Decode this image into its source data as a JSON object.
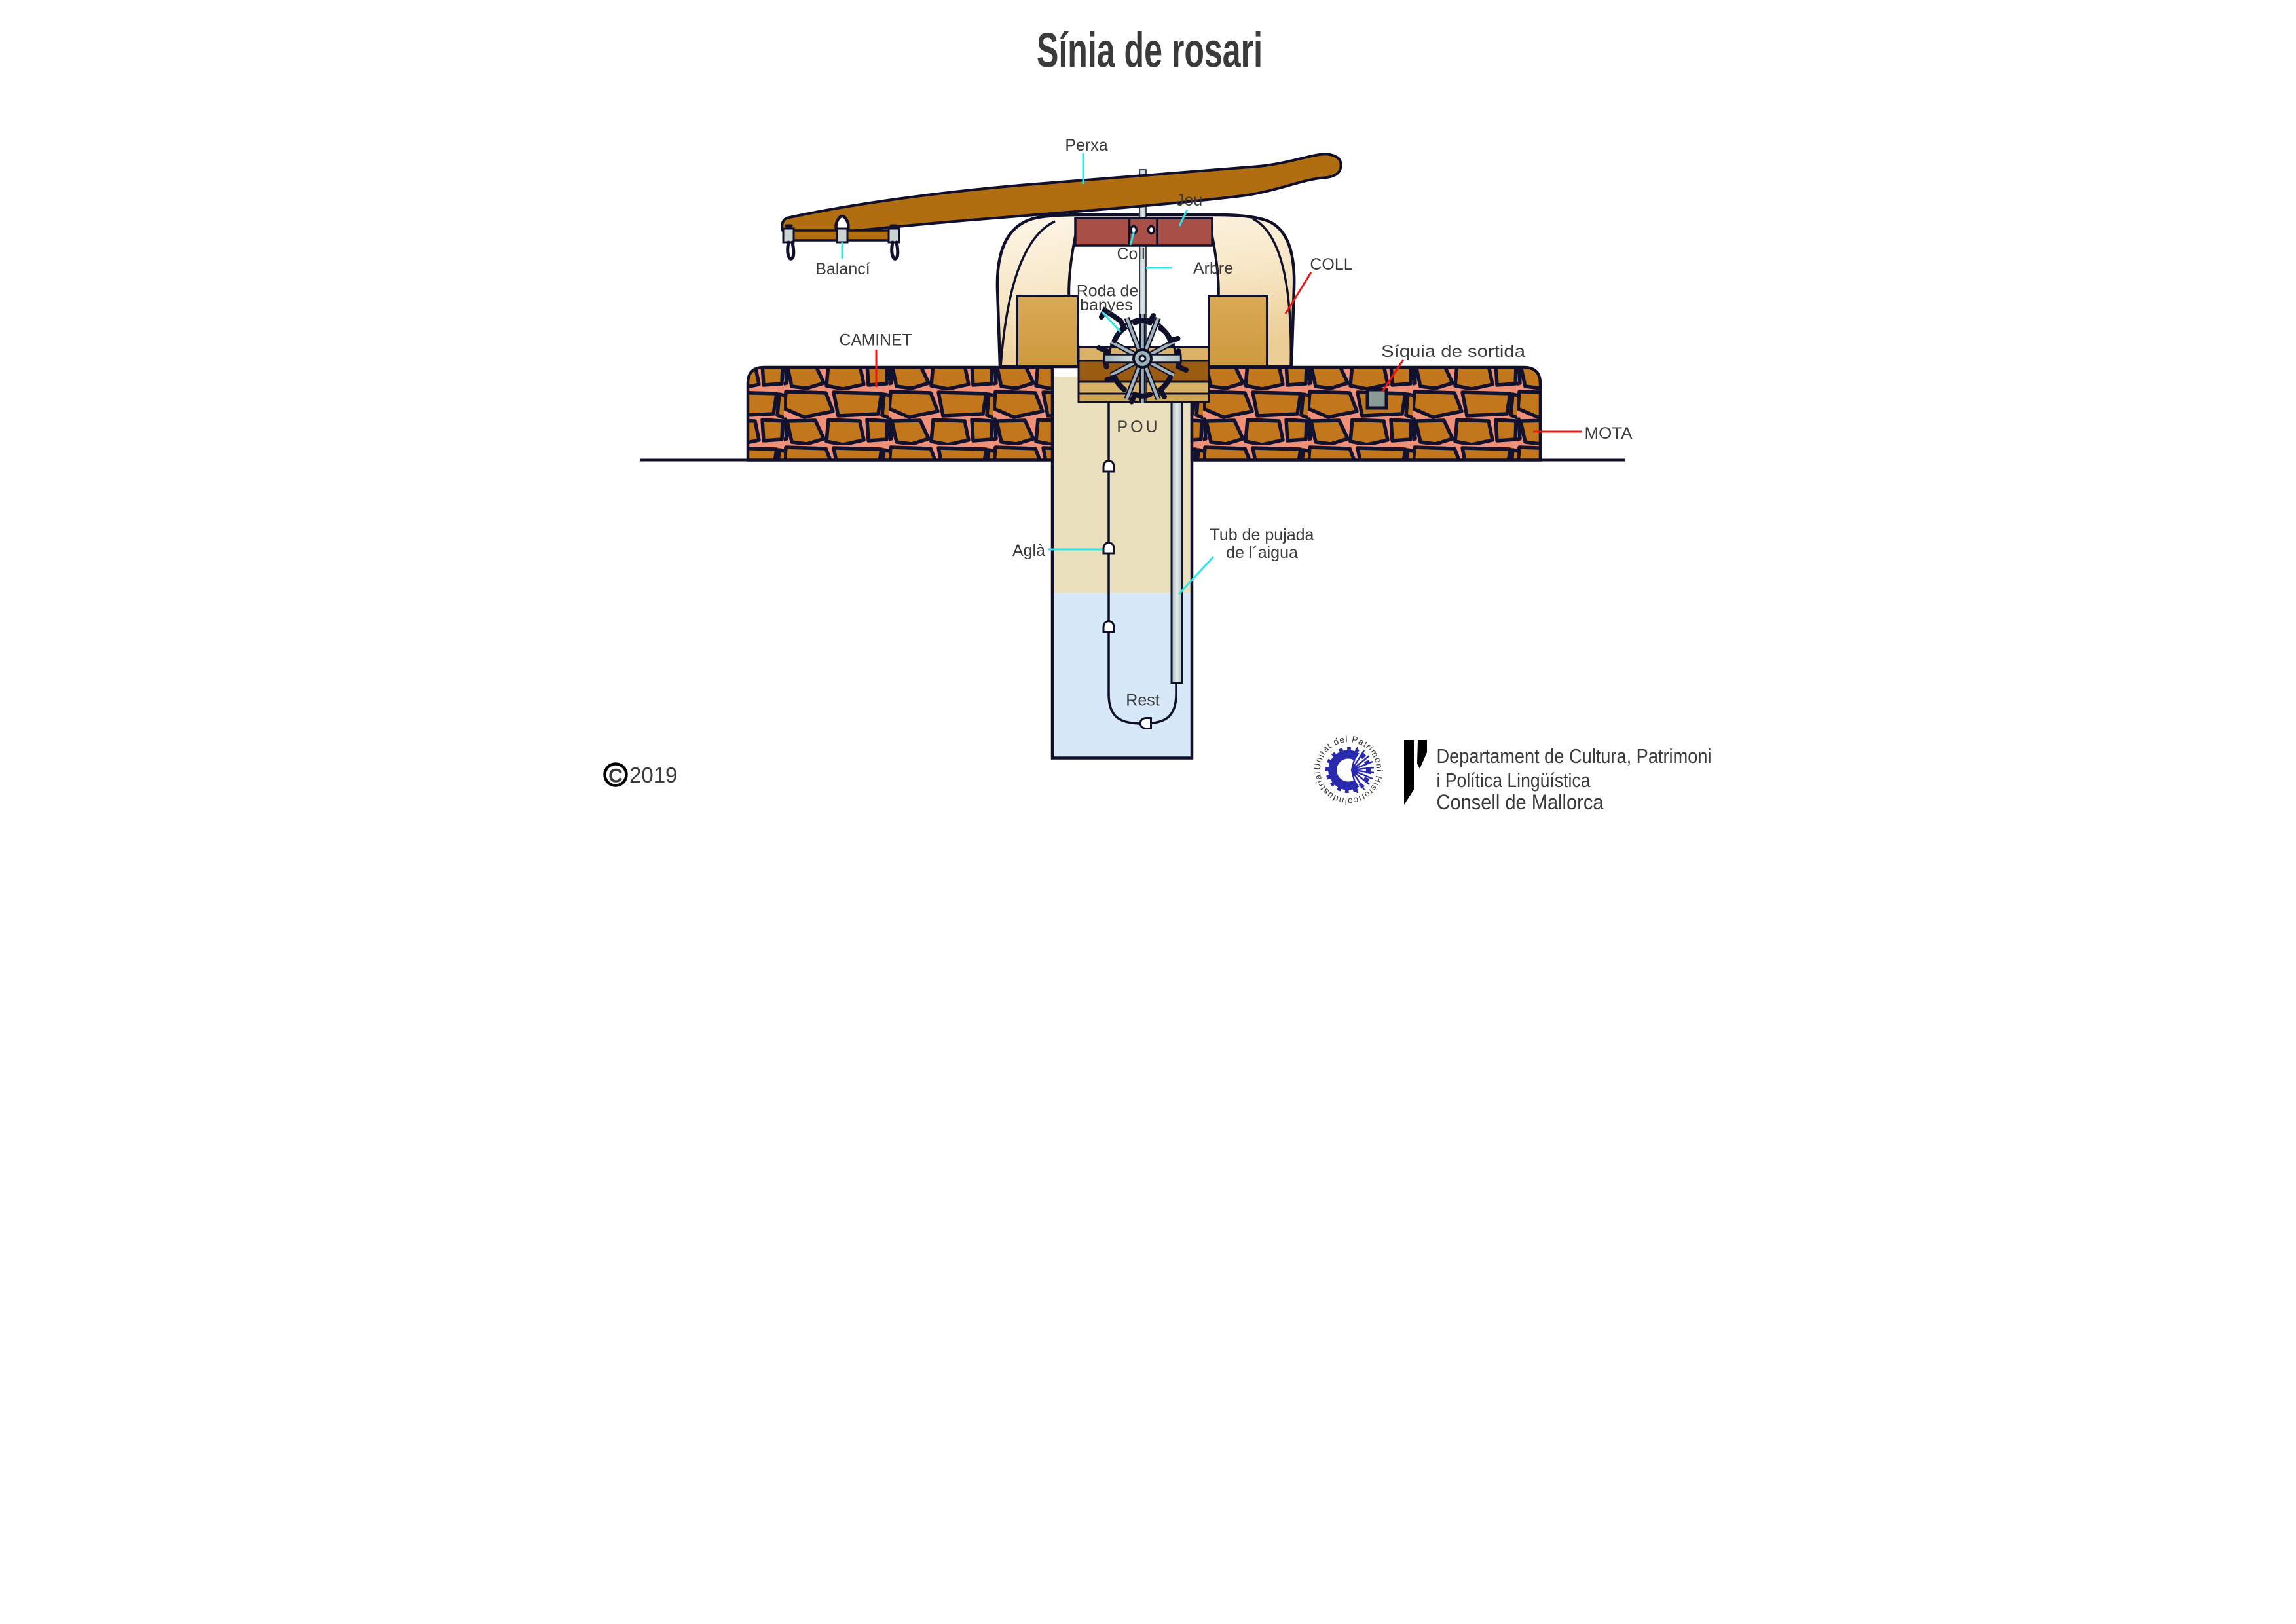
{
  "title": {
    "text": "Sínia de rosari",
    "color": "#1b1bad"
  },
  "labels": {
    "perxa": "Perxa",
    "jou": "Jou",
    "coll_small": "Coll",
    "arbre": "Arbre",
    "roda_line1": "Roda de",
    "roda_line2": "banyes",
    "balanci": "Balancí",
    "coll_caps": "COLL",
    "caminet": "CAMINET",
    "siquia": "Síquia de sortida",
    "mota": "MOTA",
    "pou": "POU",
    "agla": "Aglà",
    "tub_line1": "Tub de pujada",
    "tub_line2": "de l´aigua",
    "rest": "Rest"
  },
  "copyright": {
    "symbol": "©",
    "year": "2019"
  },
  "footer": {
    "dept_line1": "Departament de Cultura, Patrimoni",
    "dept_line2": "i Política Lingüística",
    "dept_line3": "Consell de Mallorca",
    "seal_text": "Unitat del Patrimoni Historicoindustrial"
  },
  "colors": {
    "title_blue": "#1b1bad",
    "leader_cyan": "#2ae8e8",
    "leader_red": "#ee1515",
    "wood_brown": "#b06e10",
    "jou_red": "#a85048",
    "stone_orange": "#c2771c",
    "mortar_salmon": "#f09078",
    "outline_dark": "#10102c",
    "masonry_cream": "#fcf3e0",
    "masonry_tan": "#d9a955",
    "trough_dark": "#9a5c10",
    "well_beige": "#eae0bd",
    "water_blue": "#d7e8f9",
    "metal_gray": "#b9c6c9",
    "seal_blue": "#2a2ab0",
    "footer_gray": "#a8a8a8"
  }
}
